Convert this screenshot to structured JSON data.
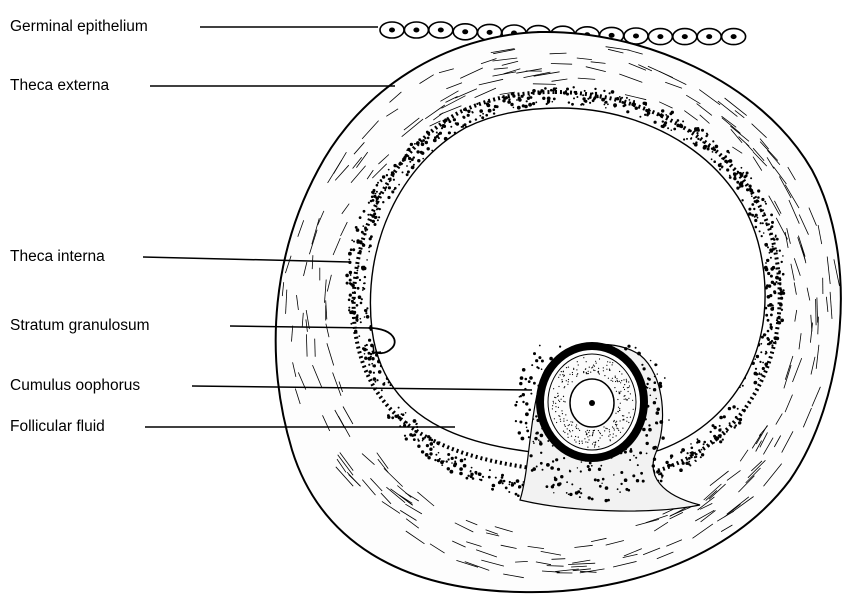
{
  "labels": {
    "germinal_epithelium": "Germinal epithelium",
    "theca_externa": "Theca externa",
    "theca_interna": "Theca interna",
    "stratum_granulosum": "Stratum granulosum",
    "cumulus_oophorus": "Cumulus oophorus",
    "follicular_fluid": "Follicular fluid"
  },
  "colors": {
    "ink": "#000000",
    "background": "#ffffff"
  }
}
